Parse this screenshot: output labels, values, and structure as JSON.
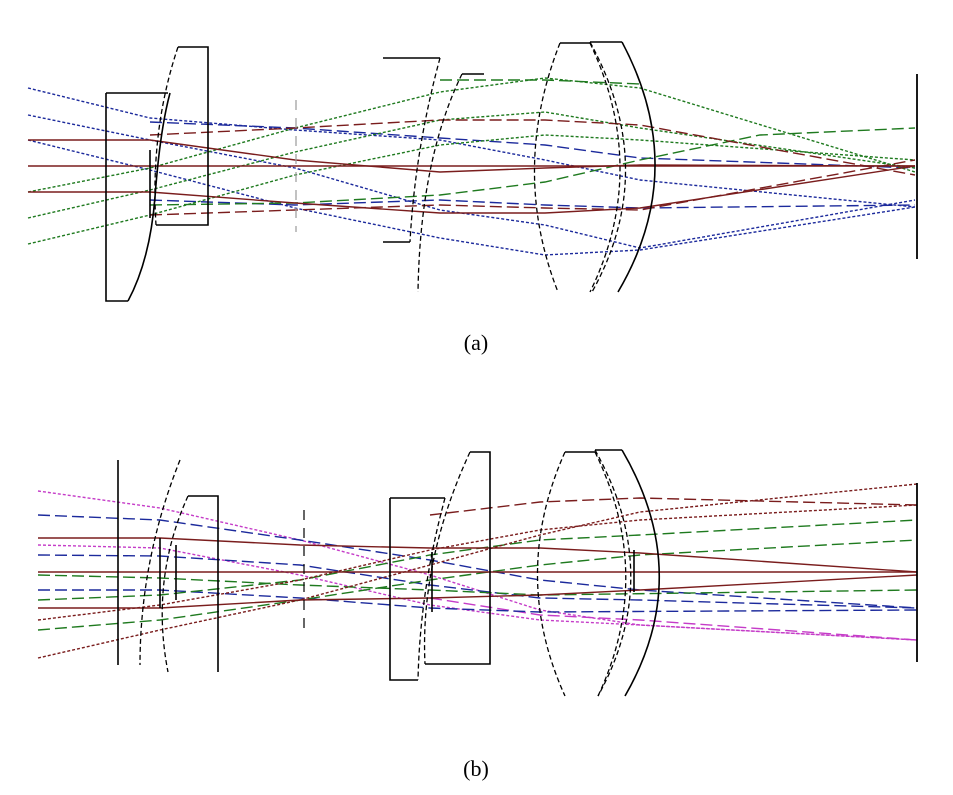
{
  "panels": [
    {
      "id": "a",
      "caption": "(a)"
    },
    {
      "id": "b",
      "caption": "(b)"
    }
  ],
  "colors": {
    "blue": "#1c2a9c",
    "green": "#1f7a1f",
    "brown": "#7a1d1d",
    "magenta": "#c53cc8",
    "black": "#000000",
    "grey": "#9a9a9a"
  }
}
